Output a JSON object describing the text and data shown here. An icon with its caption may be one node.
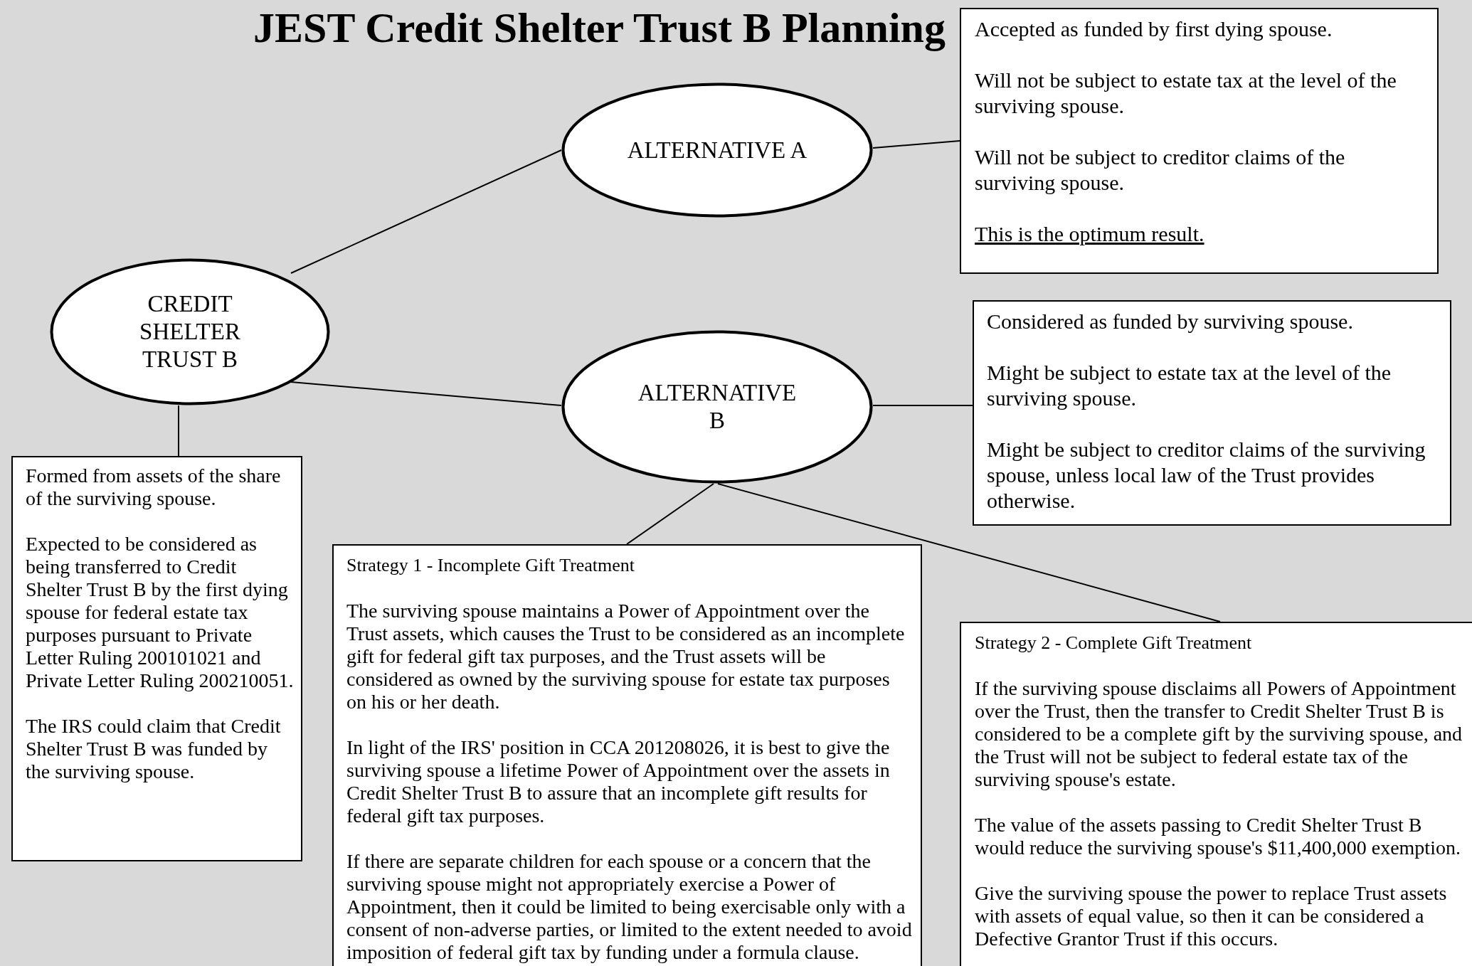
{
  "diagram": {
    "title": "JEST Credit Shelter Trust B Planning",
    "nodes": [
      {
        "text": [
          "CREDIT SHELTER TRUST B"
        ]
      },
      {
        "text": [
          "ALTERNATIVE A"
        ]
      },
      {
        "text": [
          "Accepted as funded by first dying spouse.",
          "Will not be subject to estate tax at the level of the surviving spouse.",
          "Will not be subject to creditor claims of the surviving spouse.",
          "This is the optimum result."
        ]
      },
      {
        "text": [
          "ALTERNATIVE B"
        ]
      },
      {
        "text": [
          "Considered as funded by surviving spouse.",
          "Might be subject to estate tax at the level of the surviving spouse.",
          "Might be subject to creditor claims of the surviving spouse, unless local law of the Trust provides otherwise."
        ]
      },
      {
        "text": [
          "Formed from assets of the share of the surviving spouse.",
          "Expected to be considered as being transferred to Credit Shelter Trust B by the first dying spouse for federal estate tax purposes pursuant to Private Letter Ruling 200101021 and Private Letter Ruling 200210051.",
          "The IRS could claim that Credit Shelter Trust B was funded by the surviving spouse."
        ]
      },
      {
        "text": [
          "Strategy 1 - Incomplete Gift Treatment",
          "The surviving spouse maintains a Power of Appointment over the Trust assets, which causes the Trust to be considered as an incomplete gift for federal gift tax purposes, and the Trust assets will be considered as owned by the surviving spouse for estate tax purposes on his or her death.",
          "In light of the IRS' position in CCA 201208026, it is best to give the surviving spouse a lifetime Power of Appointment over the assets in Credit Shelter Trust B to assure that an incomplete gift results for federal gift tax purposes.",
          "If there are separate children for each spouse or a concern that the surviving spouse might not appropriately exercise a Power of Appointment, then it could be limited to being exercisable only with a consent of non-adverse parties, or limited to the extent needed to avoid imposition of federal gift tax by funding under a formula clause."
        ]
      },
      {
        "text": [
          "Strategy 2 - Complete Gift Treatment",
          "If the surviving spouse disclaims all Powers of Appointment over the Trust, then the transfer to Credit Shelter Trust B is considered to be a complete gift by the surviving spouse, and the Trust will not be subject to federal estate tax of the surviving spouse's estate.",
          "The value of the assets passing to Credit Shelter Trust B would reduce the surviving spouse's $11,400,000 exemption.",
          "Give the surviving spouse the power to replace Trust assets with assets of equal value, so then it can be considered a Defective Grantor Trust if this occurs."
        ]
      }
    ],
    "edges": [
      {
        "from": 0,
        "to": 1,
        "arrow": "none"
      },
      {
        "from": 1,
        "to": 2,
        "arrow": "none"
      },
      {
        "from": 0,
        "to": 3,
        "arrow": "none"
      },
      {
        "from": 3,
        "to": 4,
        "arrow": "none"
      },
      {
        "from": 0,
        "to": 5,
        "arrow": "none"
      },
      {
        "from": 3,
        "to": 6,
        "arrow": "none"
      },
      {
        "from": 3,
        "to": 7,
        "arrow": "none"
      }
    ]
  }
}
